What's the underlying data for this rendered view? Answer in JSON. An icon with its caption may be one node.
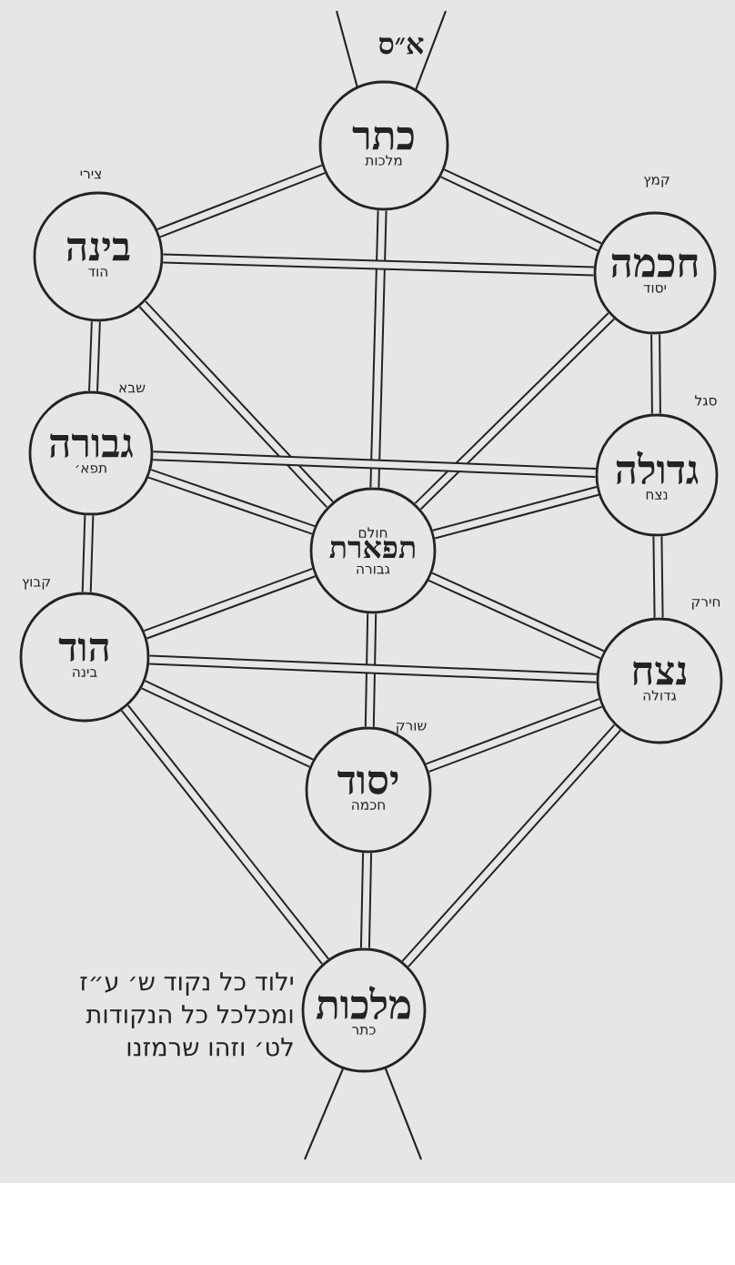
{
  "diagram": {
    "nodes": [
      {
        "text": [
          "א״ס"
        ]
      },
      {
        "text": [
          "כתר",
          "מלכות"
        ]
      },
      {
        "text": [
          "חכמה",
          "יסוד"
        ],
        "beside": [
          "קמץ"
        ]
      },
      {
        "text": [
          "בינה",
          "הוד"
        ],
        "beside": [
          "צירי"
        ]
      },
      {
        "text": [
          "גדולה",
          "נצח"
        ],
        "beside": [
          "סגל"
        ]
      },
      {
        "text": [
          "גבורה",
          "תפא׳"
        ],
        "beside": [
          "שבא"
        ]
      },
      {
        "text": [
          "חולם",
          "תפארת",
          "גבורה"
        ]
      },
      {
        "text": [
          "נצח",
          "גדולה"
        ],
        "beside": [
          "חירק"
        ]
      },
      {
        "text": [
          "הוד",
          "בינה"
        ],
        "beside": [
          "קבוץ"
        ]
      },
      {
        "text": [
          "יסוד",
          "חכמה"
        ],
        "beside": [
          "שורק"
        ]
      },
      {
        "text": [
          "מלכות",
          "כתר"
        ],
        "beside": [
          "ילוד כל נקוד ש׳ ע״ז ומכלכל כל הנקודות לט׳ וזהו שרמזנו"
        ]
      }
    ],
    "edges": [
      {
        "from": 1,
        "to": 3,
        "arrow": "none"
      },
      {
        "from": 1,
        "to": 2,
        "arrow": "none"
      },
      {
        "from": 1,
        "to": 6,
        "arrow": "none"
      },
      {
        "from": 3,
        "to": 2,
        "arrow": "none"
      },
      {
        "from": 3,
        "to": 5,
        "arrow": "none"
      },
      {
        "from": 3,
        "to": 6,
        "arrow": "none"
      },
      {
        "from": 2,
        "to": 4,
        "arrow": "none"
      },
      {
        "from": 2,
        "to": 6,
        "arrow": "none"
      },
      {
        "from": 5,
        "to": 4,
        "arrow": "none"
      },
      {
        "from": 5,
        "to": 6,
        "arrow": "none"
      },
      {
        "from": 5,
        "to": 8,
        "arrow": "none"
      },
      {
        "from": 4,
        "to": 6,
        "arrow": "none"
      },
      {
        "from": 4,
        "to": 7,
        "arrow": "none"
      },
      {
        "from": 6,
        "to": 8,
        "arrow": "none"
      },
      {
        "from": 6,
        "to": 7,
        "arrow": "none"
      },
      {
        "from": 6,
        "to": 9,
        "arrow": "none"
      },
      {
        "from": 8,
        "to": 7,
        "arrow": "none"
      },
      {
        "from": 8,
        "to": 9,
        "arrow": "none"
      },
      {
        "from": 7,
        "to": 9,
        "arrow": "none"
      },
      {
        "from": 8,
        "to": 10,
        "arrow": "none"
      },
      {
        "from": 7,
        "to": 10,
        "arrow": "none"
      },
      {
        "from": 9,
        "to": 10,
        "arrow": "none"
      }
    ]
  }
}
